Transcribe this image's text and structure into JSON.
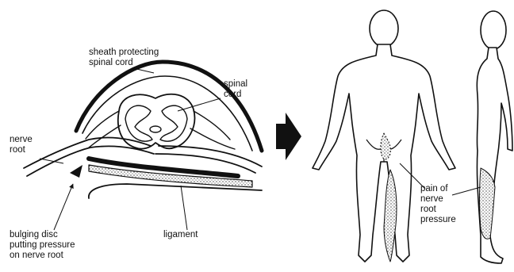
{
  "labels": {
    "sheath": [
      "sheath protecting",
      "spinal cord"
    ],
    "spinal_cord": [
      "spinal",
      "cord"
    ],
    "nerve_root": [
      "nerve",
      "root"
    ],
    "bulging_disc": [
      "bulging disc",
      "putting pressure",
      "on nerve root"
    ],
    "ligament": [
      "ligament"
    ],
    "pain": [
      "pain of",
      "nerve",
      "root",
      "pressure"
    ]
  },
  "colors": {
    "ink": "#111111",
    "background": "#ffffff"
  },
  "icons": {
    "transition": "arrow-right-icon",
    "pressure": "arrowhead-icon"
  }
}
